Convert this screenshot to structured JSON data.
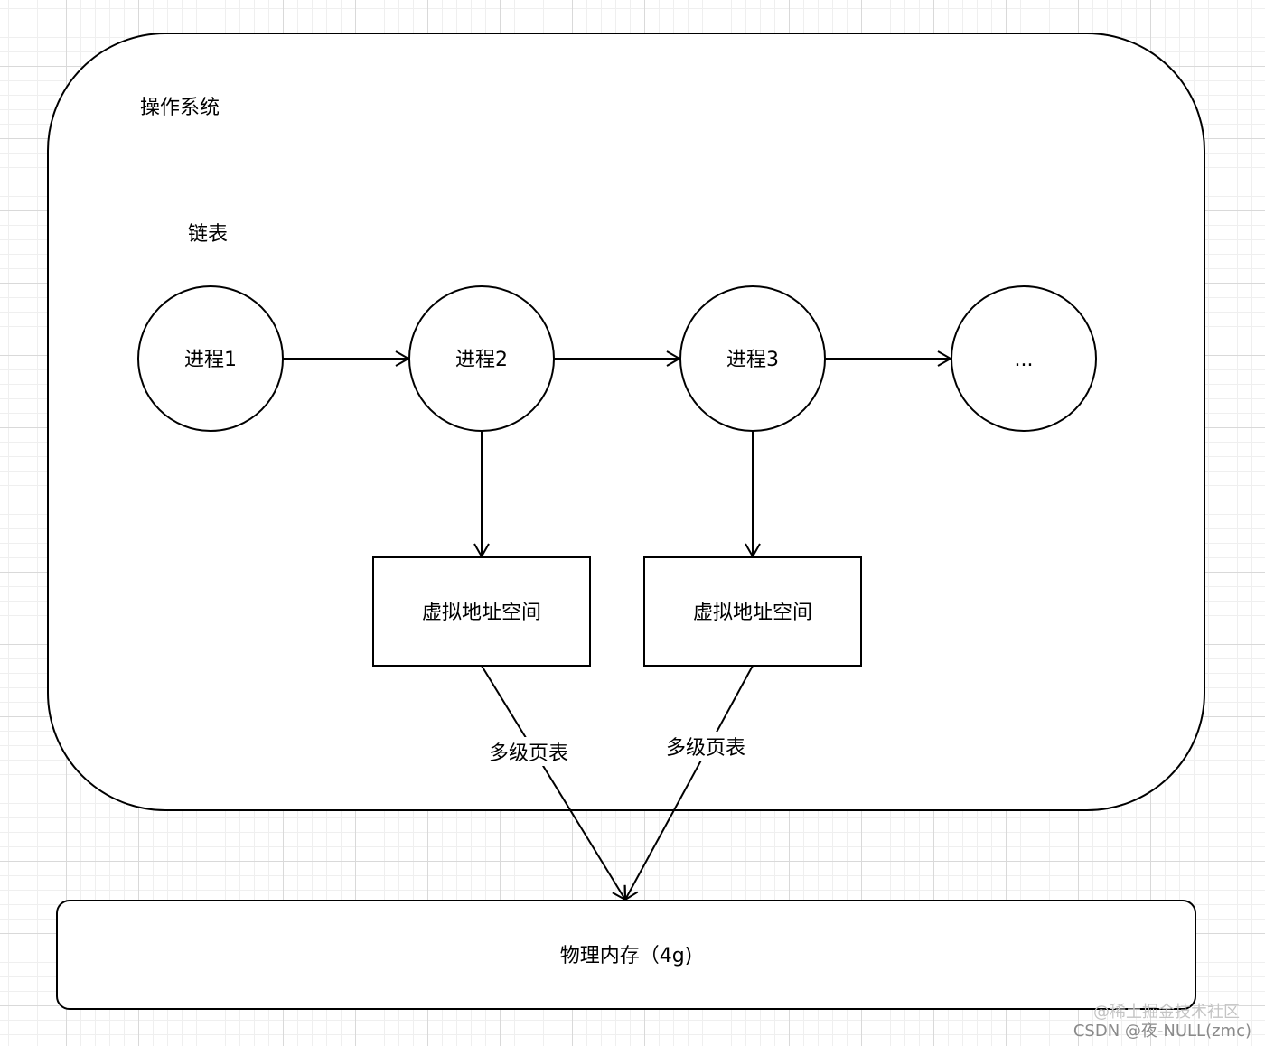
{
  "container": {
    "title": "操作系统"
  },
  "linked_list": {
    "label": "链表"
  },
  "processes": [
    {
      "id": "p1",
      "label": "进程1"
    },
    {
      "id": "p2",
      "label": "进程2"
    },
    {
      "id": "p3",
      "label": "进程3"
    },
    {
      "id": "p4",
      "label": "..."
    }
  ],
  "address_spaces": [
    {
      "id": "vas1",
      "label": "虚拟地址空间"
    },
    {
      "id": "vas2",
      "label": "虚拟地址空间"
    }
  ],
  "edges": {
    "page_table_left": "多级页表",
    "page_table_right": "多级页表"
  },
  "physical_memory": {
    "label": "物理内存（4g)"
  },
  "watermark": {
    "line1": "@稀土掘金技术社区",
    "line2": "CSDN @夜-NULL(zmc)"
  }
}
